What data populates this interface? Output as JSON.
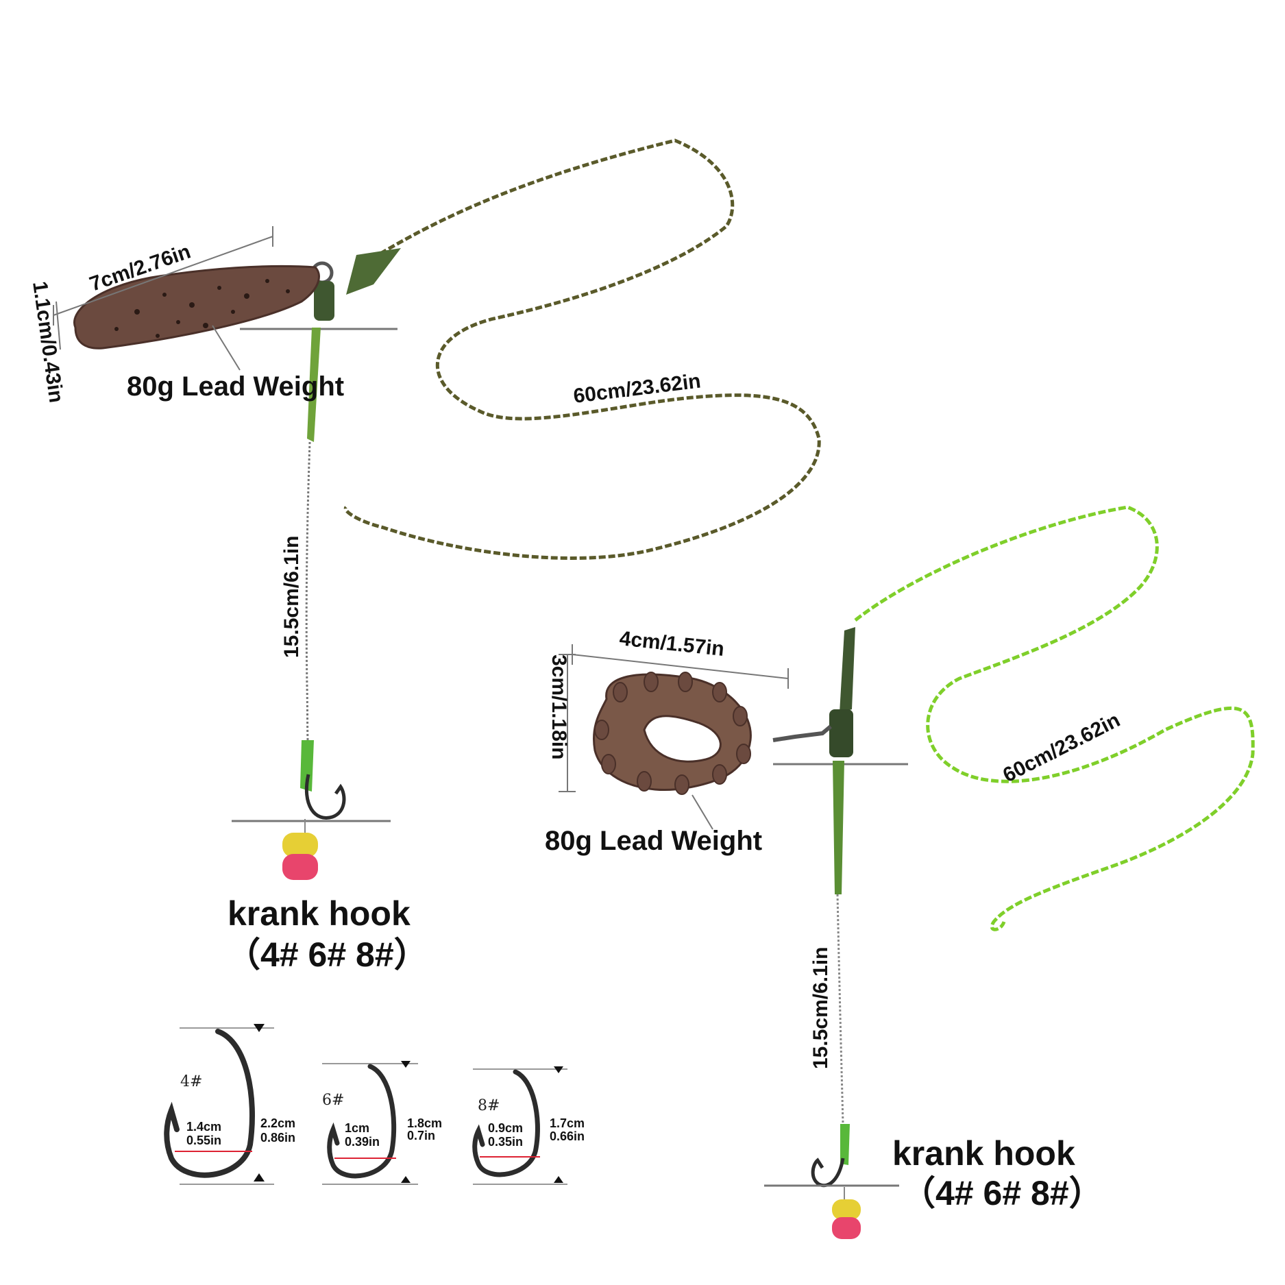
{
  "rig_top": {
    "lead_length": "7cm/2.76in",
    "lead_height": "1.1cm/0.43in",
    "lead_label": "80g Lead Weight",
    "mainline_length": "60cm/23.62in",
    "hooklink_length": "15.5cm/6.1in",
    "hook_title": "krank hook",
    "hook_sizes": "（4# 6# 8#）"
  },
  "rig_bottom": {
    "lead_width": "4cm/1.57in",
    "lead_height": "3cm/1.18in",
    "lead_label": "80g Lead Weight",
    "mainline_length": "60cm/23.62in",
    "hooklink_length": "15.5cm/6.1in",
    "hook_title": "krank hook",
    "hook_sizes": "（4# 6# 8#）"
  },
  "hook_chart": [
    {
      "size": "4#",
      "gap_cm": "1.4cm",
      "gap_in": "0.55in",
      "len_cm": "2.2cm",
      "len_in": "0.86in"
    },
    {
      "size": "6#",
      "gap_cm": "1cm",
      "gap_in": "0.39in",
      "len_cm": "1.8cm",
      "len_in": "0.7in"
    },
    {
      "size": "8#",
      "gap_cm": "0.9cm",
      "gap_in": "0.35in",
      "len_cm": "1.7cm",
      "len_in": "0.66in"
    }
  ],
  "colors": {
    "lead": "#6b4a3f",
    "lead_dark": "#4a3029",
    "mainline_top": "#5a5a2a",
    "mainline_bottom": "#7fcf2a",
    "sleeve": "#4e6b35",
    "bait_yellow": "#e6cf35",
    "bait_pink": "#e8456c",
    "hook": "#2c2c2c"
  }
}
